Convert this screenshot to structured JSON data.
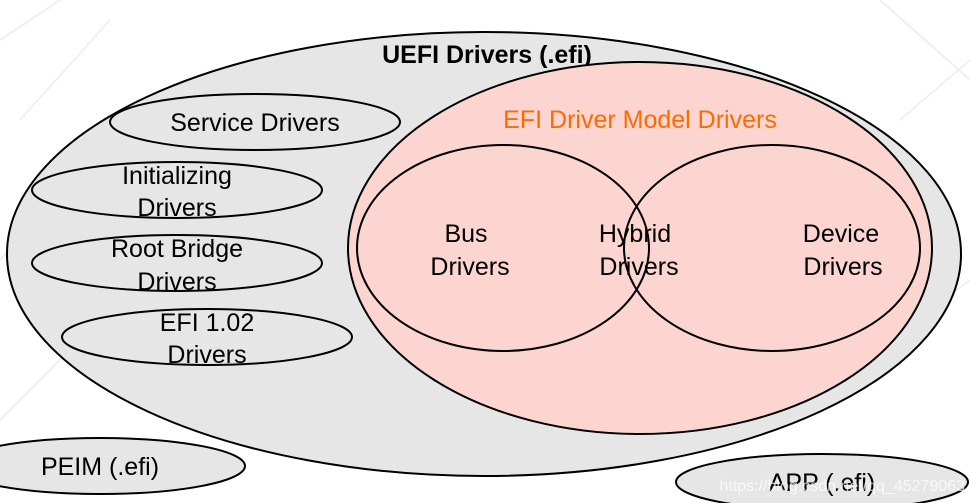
{
  "title": "UEFI Drivers (.efi)",
  "left_groups": [
    {
      "lines": [
        "Service Drivers"
      ]
    },
    {
      "lines": [
        "Initializing",
        "Drivers"
      ]
    },
    {
      "lines": [
        "Root Bridge",
        "Drivers"
      ]
    },
    {
      "lines": [
        "EFI 1.02",
        "Drivers"
      ]
    }
  ],
  "model": {
    "title": "EFI Driver Model Drivers",
    "bus": [
      "Bus",
      "Drivers"
    ],
    "hybrid": [
      "Hybrid",
      "Drivers"
    ],
    "device": [
      "Device",
      "Drivers"
    ]
  },
  "peim": "PEIM (.efi)",
  "app": "APP (.efi)",
  "watermark": "https://blog.csdn.net/qq_45279063",
  "colors": {
    "outer_fill": "#e6e6e6",
    "model_fill": "#fcd5d0",
    "model_title": "#ff6a00",
    "stroke": "#000000"
  }
}
